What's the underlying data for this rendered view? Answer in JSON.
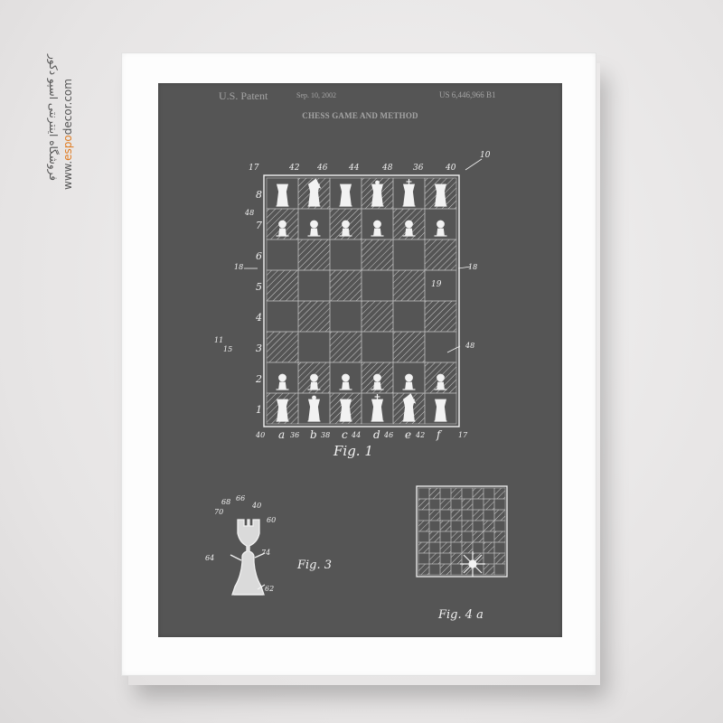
{
  "watermark": {
    "persian_text": "فروشگاه اینترنتی اسپو دکور",
    "site_prefix": "www.",
    "site_brand": "espo",
    "site_suffix": "decor.com",
    "accent_color": "#e07a1f"
  },
  "patent": {
    "issuer": "U.S. Patent",
    "date": "Sep. 10, 2002",
    "number": "US 6,446,966 B1",
    "title": "CHESS GAME AND METHOD"
  },
  "fig1": {
    "ref_top_right": "10",
    "top_refs": [
      "17",
      "42",
      "46",
      "44",
      "48",
      "36",
      "40"
    ],
    "rank_labels": [
      "8",
      "7",
      "6",
      "5",
      "4",
      "3",
      "2",
      "1"
    ],
    "file_labels": [
      "a",
      "b",
      "c",
      "d",
      "e",
      "f"
    ],
    "bottom_refs": [
      "40",
      "36",
      "38",
      "44",
      "46",
      "42",
      "17"
    ],
    "side_refs": {
      "left_7": "48",
      "left_6": "18",
      "right_6": "18",
      "left_3": "11",
      "left_3b": "15",
      "right_3": "48",
      "square": "19"
    },
    "caption": "Fig. 1"
  },
  "fig3": {
    "refs": [
      "70",
      "68",
      "66",
      "40",
      "60",
      "64",
      "74",
      "62"
    ],
    "caption": "Fig. 3"
  },
  "fig4a": {
    "caption": "Fig. 4 a"
  },
  "colors": {
    "wall": "#eceaea",
    "frame": "#fdfdfd",
    "chalkboard": "#555555",
    "chalk": "#f2f2f2"
  }
}
